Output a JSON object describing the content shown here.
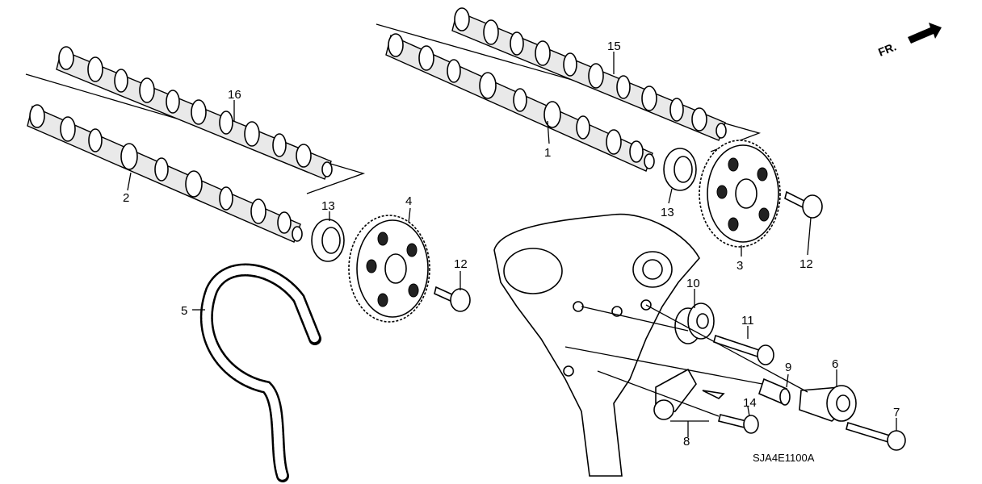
{
  "labels": {
    "p1": "1",
    "p2": "2",
    "p3": "3",
    "p4": "4",
    "p5": "5",
    "p6": "6",
    "p7": "7",
    "p8": "8",
    "p9": "9",
    "p10": "10",
    "p11": "11",
    "p12a": "12",
    "p12b": "12",
    "p13a": "13",
    "p13b": "13",
    "p14": "14",
    "p15": "15",
    "p16": "16"
  },
  "direction": "FR.",
  "code": "SJA4E1100A"
}
